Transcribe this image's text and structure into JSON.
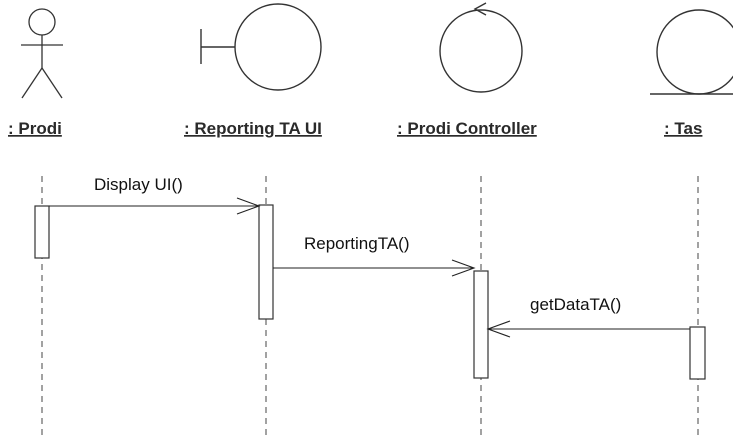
{
  "diagram": {
    "type": "uml-sequence",
    "participants": [
      {
        "id": "prodi",
        "label": ": Prodi",
        "kind": "actor"
      },
      {
        "id": "reporting-ui",
        "label": ": Reporting TA UI",
        "kind": "boundary"
      },
      {
        "id": "prodi-controller",
        "label": ": Prodi Controller",
        "kind": "control"
      },
      {
        "id": "tas",
        "label": ": Tas",
        "kind": "entity"
      }
    ],
    "messages": [
      {
        "id": "m1",
        "label": "Display UI()",
        "from": "prodi",
        "to": "reporting-ui"
      },
      {
        "id": "m2",
        "label": "ReportingTA()",
        "from": "reporting-ui",
        "to": "prodi-controller"
      },
      {
        "id": "m3",
        "label": "getDataTA()",
        "from": "tas",
        "to": "prodi-controller"
      }
    ]
  }
}
